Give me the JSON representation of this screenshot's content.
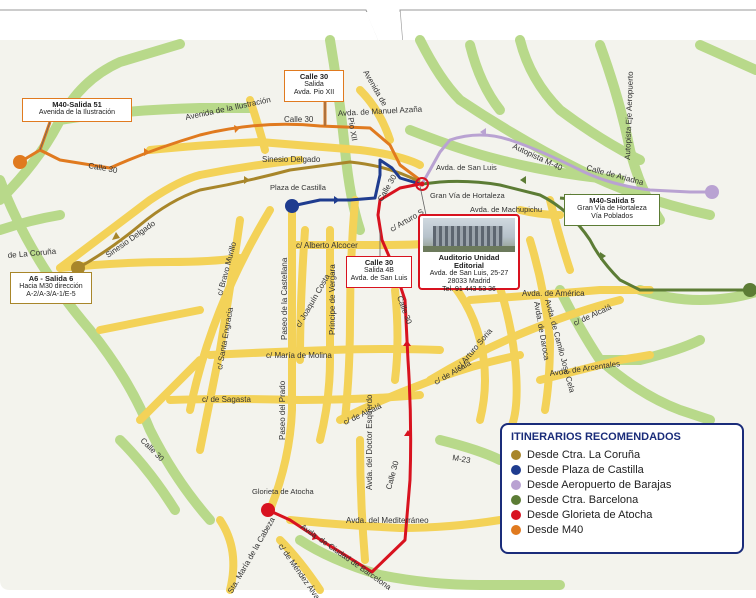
{
  "colors": {
    "background": "#ffffff",
    "map_ground": "#f3f3ed",
    "green_belt": "#b8d98a",
    "yellow_road": "#f3d258",
    "coruna": "#a8862a",
    "castilla": "#1f3c8f",
    "barajas": "#b9a2d2",
    "barcelona": "#5c7c35",
    "atocha": "#d8121f",
    "m40": "#e07a1f",
    "legend_border": "#1a2c7a"
  },
  "legend": {
    "title": "ITINERARIOS RECOMENDADOS",
    "items": [
      {
        "label": "Desde Ctra. La Coruña",
        "color": "#a8862a"
      },
      {
        "label": "Desde Plaza de Castilla",
        "color": "#1f3c8f"
      },
      {
        "label": "Desde Aeropuerto de Barajas",
        "color": "#b9a2d2"
      },
      {
        "label": "Desde Ctra. Barcelona",
        "color": "#5c7c35"
      },
      {
        "label": "Desde Glorieta de Atocha",
        "color": "#d8121f"
      },
      {
        "label": "Desde M40",
        "color": "#e07a1f"
      }
    ]
  },
  "callouts": {
    "m40_51": {
      "title": "M40-Salida 51",
      "line1": "Avenida de la Ilustración"
    },
    "calle30_pio": {
      "title": "Calle 30",
      "line1": "Salida",
      "line2": "Avda. Pio XII"
    },
    "a6": {
      "title": "A6 - Salida 6",
      "line1": "Hacia M30 dirección",
      "line2": "A-2/A-3/A-1/E-5"
    },
    "calle30_4b": {
      "title": "Calle 30",
      "line1": "Salida 4B",
      "line2": "Avda. de San Luis"
    },
    "m40_5": {
      "title": "M40-Salida 5",
      "line1": "Gran Vía de Hortaleza",
      "line2": "Vía Poblados"
    },
    "auditorio": {
      "title": "Auditorio Unidad Editorial",
      "line1": "Avda. de San Luis, 25-27",
      "line2": "28033 Madrid",
      "line3": "Tel. 91 443 53 36"
    }
  },
  "places": {
    "plaza_castilla": "Plaza de Castilla",
    "glorieta_atocha": "Glorieta de Atocha",
    "san_luis": "Avda. de San Luis",
    "gran_via_hortaleza": "Gran Vía de Hortaleza",
    "machupichu": "Avda. de Machupichu"
  },
  "roads": {
    "avenida_ilustracion": "Avenida de la Ilustración",
    "calle30_a": "Calle 30",
    "calle30_b": "Calle 30",
    "calle30_c": "Calle 30",
    "calle30_d": "Calle 30",
    "calle30_e": "Calle 30",
    "calle30_f": "Calle 30",
    "manuel_azana": "Avda. de Manuel Azaña",
    "autopista_m40": "Autopista M-40",
    "calle_ariadna": "Calle de Ariadna",
    "autopista_eje": "Autopista Eje Aeropuerto",
    "sinesio_delgado_a": "Sinesio Delgado",
    "sinesio_delgado_b": "Sinesio Delgado",
    "la_coruna": "de La Coruña",
    "bravo_murillo": "c/ Bravo Murillo",
    "alberto_alcocer": "c/ Alberto Alcocer",
    "arturo_soria_a": "c/ Arturo S",
    "arturo_soria_b": "c/ Arturo Soria",
    "avda_america": "Avda. de América",
    "paseo_castellana": "Paseo de la Castellana",
    "santa_engracia": "c/ Santa Engracia",
    "joaquin_costa": "c/ Joaquín Costa",
    "principe_vergara": "Príncipe de Vergara",
    "maria_molina": "c/ María de Molina",
    "sagasta": "c/ de Sagasta",
    "paseo_prado": "Paseo del Prado",
    "alcala_a": "c/ de Alcalá",
    "alcala_b": "c/ de Alcalá",
    "alcala_c": "c/ de Alcalá",
    "doctor_esquerdo": "Avda. del Doctor Esquerdo",
    "m23": "M-23",
    "mediterraneo": "Avda. del Mediterráneo",
    "ciudad_barcelona": "Avda. de Ciudad de Barcelona",
    "santa_maria_cabeza": "Sta. María de la Cabeza",
    "mendez_alvaro": "c/ de Méndez Álvaro",
    "arcentales": "Avda. de Arcentales",
    "daroca": "Avda. de Daroca",
    "camilo_jose": "Avda. de Camilo José Cela",
    "pio_xii": "Pio XII",
    "avenida_x": "Avenida de"
  }
}
